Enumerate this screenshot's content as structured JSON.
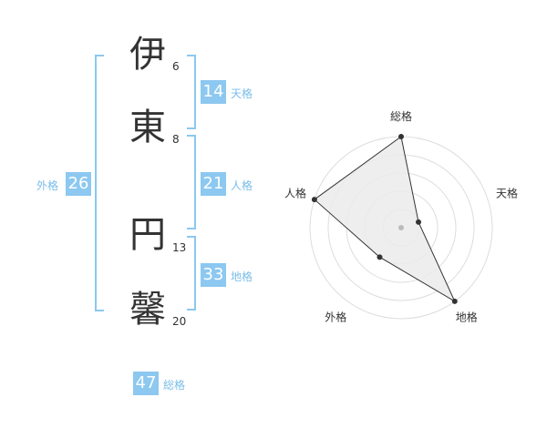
{
  "name": {
    "chars": [
      {
        "char": "伊",
        "strokes": "6"
      },
      {
        "char": "東",
        "strokes": "8"
      },
      {
        "char": "円",
        "strokes": "13"
      },
      {
        "char": "馨",
        "strokes": "20"
      }
    ]
  },
  "fortunes": {
    "tenkaku": {
      "label": "天格",
      "value": "14"
    },
    "jinkaku": {
      "label": "人格",
      "value": "21"
    },
    "chikaku": {
      "label": "地格",
      "value": "33"
    },
    "gaikaku": {
      "label": "外格",
      "value": "26"
    },
    "soukaku": {
      "label": "総格",
      "value": "47"
    }
  },
  "colors": {
    "accent": "#8cc8f0",
    "label": "#7abde8",
    "text": "#333333"
  },
  "chart_data": {
    "type": "radar",
    "axes": [
      "総格",
      "天格",
      "地格",
      "外格",
      "人格"
    ],
    "levels": 5,
    "values": [
      5,
      1,
      5,
      2,
      5
    ],
    "max": 5
  }
}
